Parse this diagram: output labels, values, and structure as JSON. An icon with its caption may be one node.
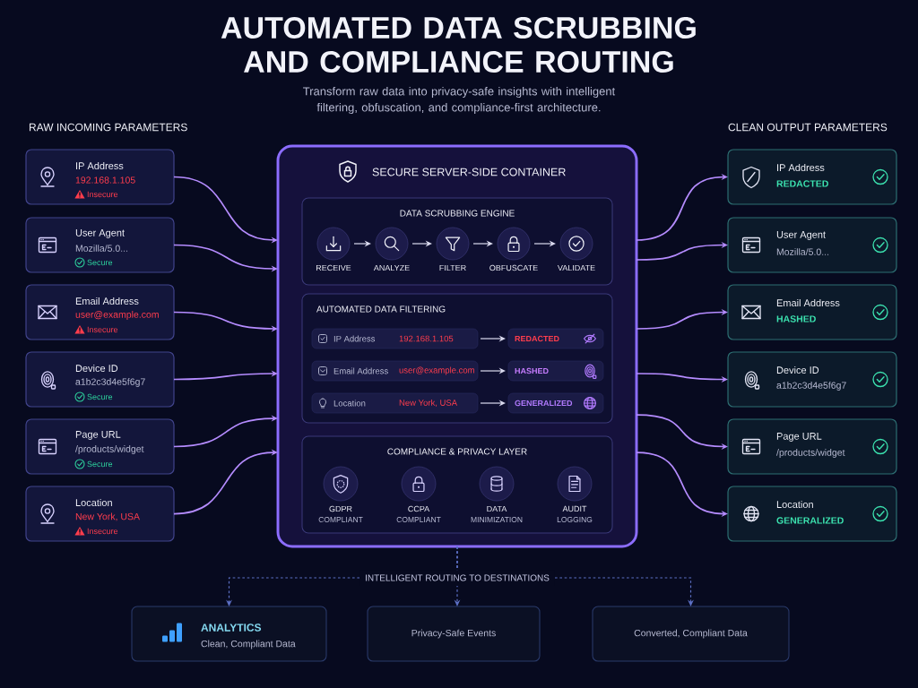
{
  "diagram": {
    "title": "AUTOMATED DATA SCRUBBING AND COMPLIANCE ROUTING",
    "nodes": [
      {
        "text": [
          "IP Address",
          "192.168.1.105",
          "Insecure"
        ]
      },
      {
        "text": [
          "User Agent",
          "Mozilla/5.0...",
          "Secure"
        ]
      },
      {
        "text": [
          "Email Address",
          "user@example.com",
          "Insecure"
        ]
      },
      {
        "text": [
          "Device ID",
          "a1b2c3d4e5f6g7",
          "Secure"
        ]
      },
      {
        "text": [
          "Page URL",
          "/products/widget",
          "Secure"
        ]
      },
      {
        "text": [
          "Location",
          "New York, USA",
          "Insecure"
        ]
      },
      {
        "text": [
          "SECURE SERVER-SIDE CONTAINER"
        ]
      },
      {
        "text": [
          "DATA SCRUBBING ENGINE"
        ],
        "in": 6
      },
      {
        "text": [
          "RECEIVE"
        ],
        "in": 7
      },
      {
        "text": [
          "ANALYZE"
        ],
        "in": 7
      },
      {
        "text": [
          "FILTER"
        ],
        "in": 7
      },
      {
        "text": [
          "OBFUSCATE"
        ],
        "in": 7
      },
      {
        "text": [
          "VALIDATE"
        ],
        "in": 7
      },
      {
        "text": [
          "AUTOMATED DATA FILTERING"
        ],
        "in": 6
      },
      {
        "text": [
          "IP Address",
          "192.168.1.105"
        ],
        "in": 13
      },
      {
        "text": [
          "REDACTED"
        ],
        "in": 13
      },
      {
        "text": [
          "Email Address",
          "user@example.com"
        ],
        "in": 13
      },
      {
        "text": [
          "HASHED"
        ],
        "in": 13
      },
      {
        "text": [
          "Location",
          "New York, USA"
        ],
        "in": 13
      },
      {
        "text": [
          "GENERALIZED"
        ],
        "in": 13
      },
      {
        "text": [
          "COMPLIANCE & PRIVACY LAYER"
        ],
        "in": 6
      },
      {
        "text": [
          "GDPR",
          "COMPLIANT"
        ],
        "in": 20
      },
      {
        "text": [
          "CCPA",
          "COMPLIANT"
        ],
        "in": 20
      },
      {
        "text": [
          "DATA",
          "MINIMIZATION"
        ],
        "in": 20
      },
      {
        "text": [
          "AUDIT",
          "LOGGING"
        ],
        "in": 20
      },
      {
        "text": [
          "IP Address",
          "REDACTED"
        ]
      },
      {
        "text": [
          "User Agent",
          "Mozilla/5.0..."
        ]
      },
      {
        "text": [
          "Email Address",
          "HASHED"
        ]
      },
      {
        "text": [
          "Device ID",
          "a1b2c3d4e5f6g7"
        ]
      },
      {
        "text": [
          "Page URL",
          "/products/widget"
        ]
      },
      {
        "text": [
          "Location",
          "GENERALIZED"
        ]
      },
      {
        "text": [
          "ANALYTICS",
          "Clean, Compliant Data"
        ]
      },
      {
        "text": [
          "Privacy-Safe Events"
        ]
      },
      {
        "text": [
          "Converted, Compliant Data"
        ]
      }
    ],
    "edges": [
      {
        "from": 0,
        "to": 6,
        "arrow": "to"
      },
      {
        "from": 1,
        "to": 6,
        "arrow": "to"
      },
      {
        "from": 2,
        "to": 6,
        "arrow": "to"
      },
      {
        "from": 3,
        "to": 6,
        "arrow": "to"
      },
      {
        "from": 4,
        "to": 6,
        "arrow": "to"
      },
      {
        "from": 5,
        "to": 6,
        "arrow": "to"
      },
      {
        "from": 8,
        "to": 9,
        "arrow": "to",
        "color": "#dcdcf0"
      },
      {
        "from": 9,
        "to": 10,
        "arrow": "to",
        "color": "#dcdcf0"
      },
      {
        "from": 10,
        "to": 11,
        "arrow": "to",
        "color": "#dcdcf0"
      },
      {
        "from": 11,
        "to": 12,
        "arrow": "to",
        "color": "#dcdcf0"
      },
      {
        "from": 14,
        "to": 15,
        "arrow": "to",
        "color": "#dcdcf0"
      },
      {
        "from": 16,
        "to": 17,
        "arrow": "to",
        "color": "#dcdcf0"
      },
      {
        "from": 18,
        "to": 19,
        "arrow": "to",
        "color": "#dcdcf0"
      },
      {
        "from": 6,
        "to": 25,
        "arrow": "to"
      },
      {
        "from": 6,
        "to": 26,
        "arrow": "to"
      },
      {
        "from": 6,
        "to": 27,
        "arrow": "to"
      },
      {
        "from": 6,
        "to": 28,
        "arrow": "to"
      },
      {
        "from": 6,
        "to": 29,
        "arrow": "to"
      },
      {
        "from": 6,
        "to": 30,
        "arrow": "to"
      },
      {
        "from": 6,
        "to": 31,
        "arrow": "to",
        "style": "dashed",
        "color": "#5c6fc4"
      },
      {
        "from": 6,
        "to": 32,
        "arrow": "to",
        "style": "dashed",
        "color": "#5c6fc4",
        "label": "INTELLIGENT ROUTING TO DESTINATIONS"
      },
      {
        "from": 6,
        "to": 33,
        "arrow": "to",
        "style": "dashed",
        "color": "#5c6fc4"
      }
    ],
    "labels": [
      "Transform raw data into privacy-safe insights with intelligent filtering, obfuscation, and compliance-first architecture.",
      "RAW INCOMING PARAMETERS",
      "CLEAN OUTPUT PARAMETERS"
    ]
  }
}
